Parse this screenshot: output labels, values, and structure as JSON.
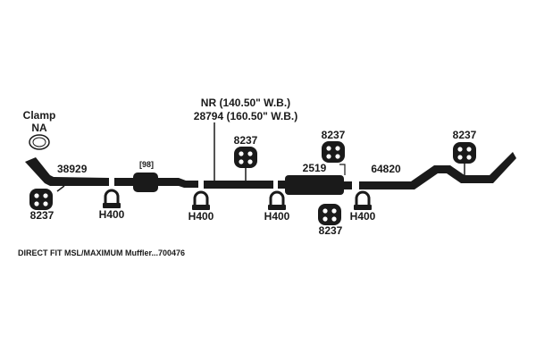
{
  "diagram": {
    "clamp_label": "Clamp",
    "clamp_sub": "NA",
    "parts": {
      "pipe_front": "38929",
      "converter": "[98]",
      "pipe_mid_line1": "NR (140.50\" W.B.)",
      "pipe_mid_line2": "28794 (160.50\" W.B.)",
      "muffler": "2519",
      "tailpipe": "64820"
    },
    "hangers": {
      "h1": "8237",
      "h2": "8237",
      "h3": "8237",
      "h4": "8237",
      "h5": "8237"
    },
    "clamps": {
      "c1": "H400",
      "c2": "H400",
      "c3": "H400",
      "c4": "H400"
    },
    "footnote": "DIRECT FIT MSL/MAXIMUM Muffler...700476"
  }
}
